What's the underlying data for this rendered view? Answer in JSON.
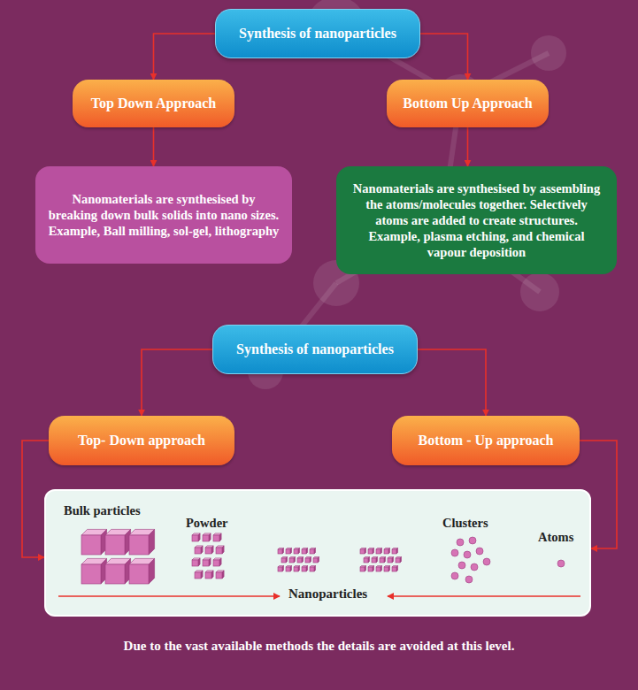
{
  "diagram": {
    "caption": "Due to the vast available methods the details are avoided at this level.",
    "nodes": [
      {
        "text": [
          "Synthesis of nanoparticles"
        ]
      },
      {
        "text": [
          "Top Down Approach"
        ]
      },
      {
        "text": [
          "Bottom Up Approach"
        ]
      },
      {
        "text": [
          "Nanomaterials are synthesised by breaking down bulk solids into nano sizes. Example, Ball milling, sol-gel, lithography"
        ]
      },
      {
        "text": [
          "Nanomaterials are synthesised by assembling the atoms/molecules together. Selectively atoms are added to create structures. Example, plasma etching, and chemical vapour deposition"
        ]
      },
      {
        "text": [
          "Synthesis of nanoparticles"
        ]
      },
      {
        "text": [
          "Top- Down approach"
        ]
      },
      {
        "text": [
          "Bottom - Up approach"
        ]
      },
      {
        "text": [
          "Bulk particles",
          "Powder",
          "Clusters",
          "Atoms",
          "Nanoparticles"
        ]
      }
    ],
    "edges": [
      {
        "from": 0,
        "to": 1,
        "arrow": "to"
      },
      {
        "from": 0,
        "to": 2,
        "arrow": "to"
      },
      {
        "from": 1,
        "to": 3,
        "arrow": "to"
      },
      {
        "from": 2,
        "to": 4,
        "arrow": "to"
      },
      {
        "from": 5,
        "to": 6,
        "arrow": "to"
      },
      {
        "from": 5,
        "to": 7,
        "arrow": "to"
      },
      {
        "from": 6,
        "to": 8,
        "arrow": "to"
      },
      {
        "from": 7,
        "to": 8,
        "arrow": "to"
      }
    ]
  }
}
